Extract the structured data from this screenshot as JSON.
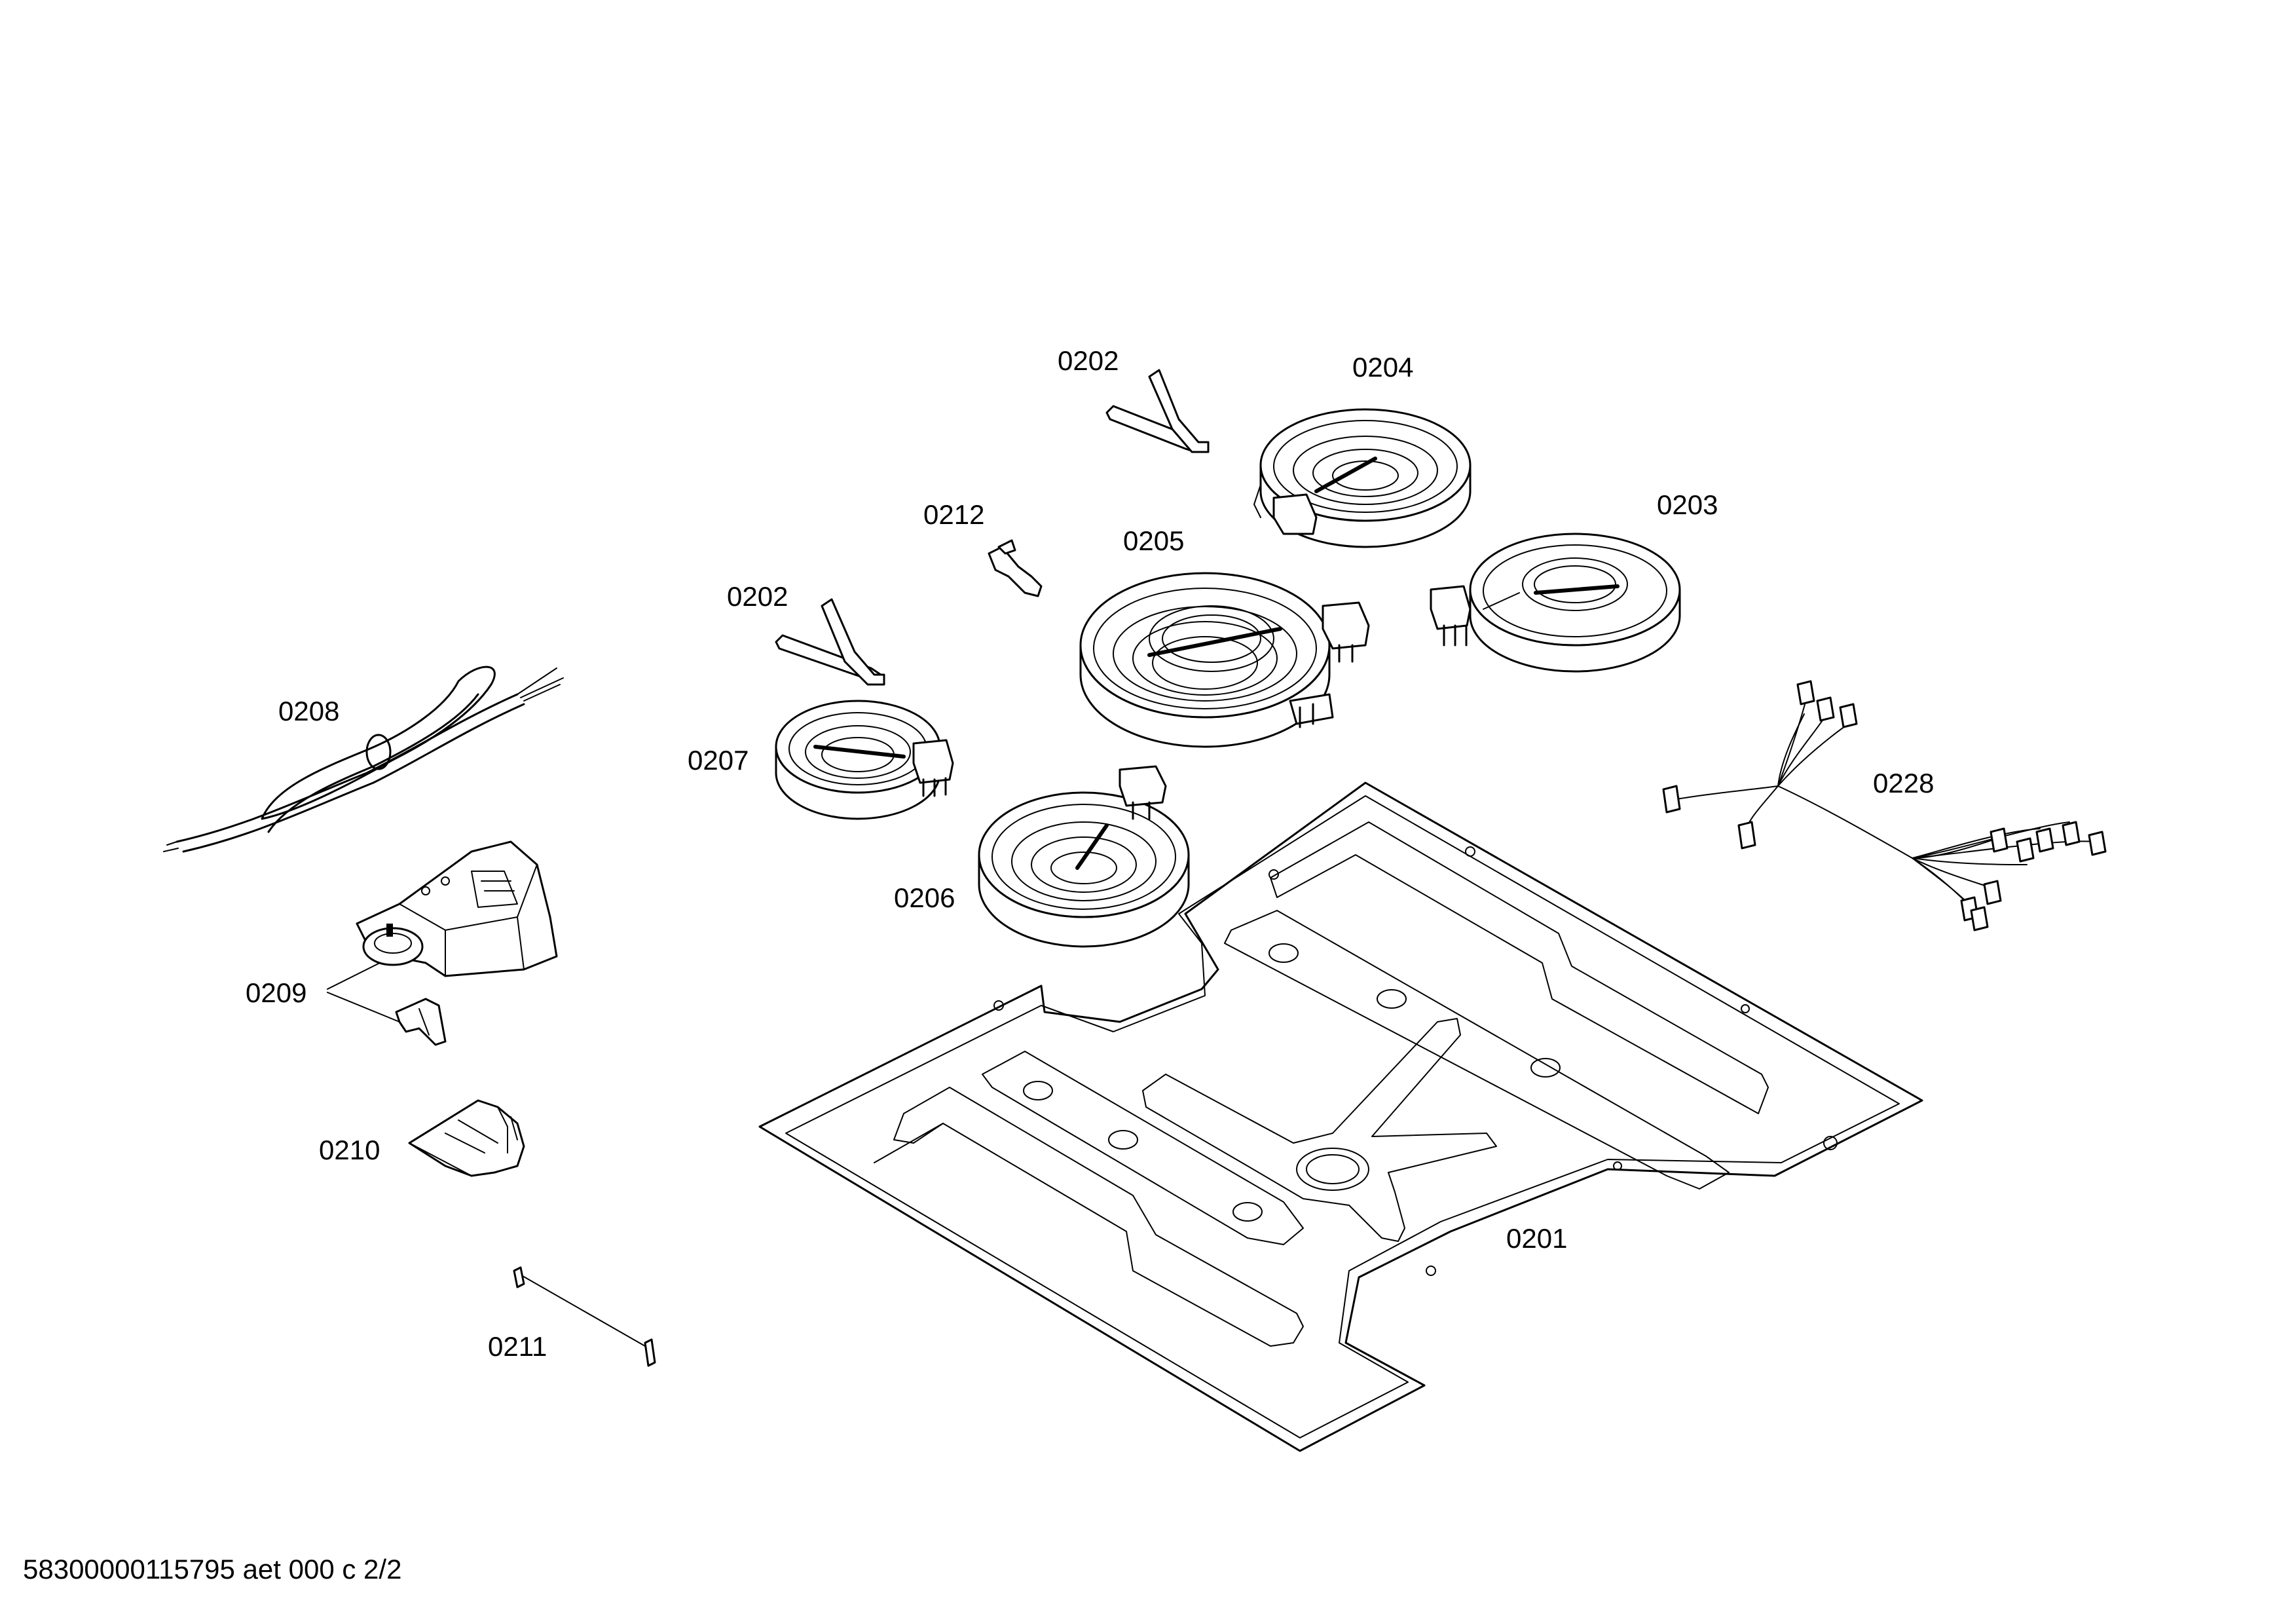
{
  "labels": {
    "p0201": "0201",
    "p0202a": "0202",
    "p0202b": "0202",
    "p0203": "0203",
    "p0204": "0204",
    "p0205": "0205",
    "p0206": "0206",
    "p0207": "0207",
    "p0208": "0208",
    "p0209": "0209",
    "p0210": "0210",
    "p0211": "0211",
    "p0212": "0212",
    "p0228": "0228"
  },
  "footer": {
    "doc_id": "58300000115795 aet 000 c 2/2"
  }
}
